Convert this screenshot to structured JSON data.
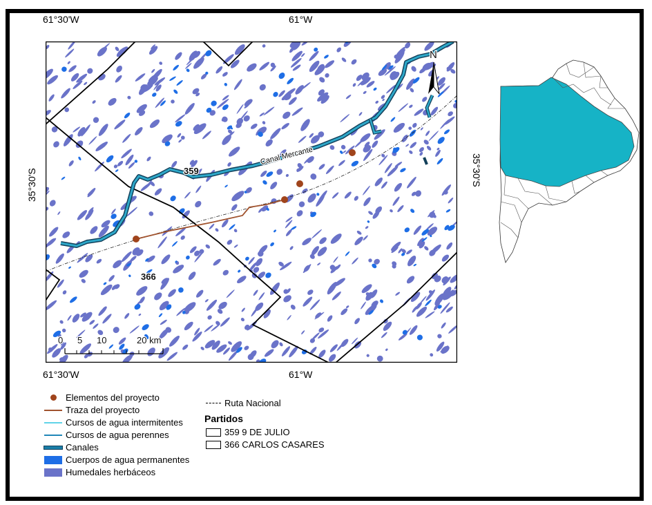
{
  "coords": {
    "top_left": "61°30'W",
    "top_right": "61°W",
    "bottom_left": "61°30'W",
    "bottom_right": "61°W",
    "left": "35°30'S",
    "right": "35°30'S"
  },
  "map": {
    "north_label": "N",
    "canal_label": "Canal Mercante",
    "partido_359_label": "359",
    "partido_366_label": "366",
    "scale": {
      "ticks": [
        "0",
        "5",
        "10",
        "20 km"
      ]
    },
    "project_points": 4
  },
  "legend": {
    "items": [
      {
        "label": "Elementos del proyecto",
        "symbol": "point",
        "color": "#a0441c"
      },
      {
        "label": "Traza del proyecto",
        "symbol": "line",
        "color": "#a0522d"
      },
      {
        "label": "Cursos de agua intermitentes",
        "symbol": "line",
        "color": "#5fd3e8"
      },
      {
        "label": "Cursos de agua perennes",
        "symbol": "line",
        "color": "#1f86b8"
      },
      {
        "label": "Canales",
        "symbol": "thick-line",
        "color": "#1a7ea8"
      },
      {
        "label": "Cuerpos de agua permanentes",
        "symbol": "fill",
        "color": "#1e6ee6"
      },
      {
        "label": "Humedales herbáceos",
        "symbol": "fill",
        "color": "#6a73c9"
      }
    ],
    "route": {
      "label": "Ruta Nacional",
      "symbol": "dash"
    },
    "partidos_title": "Partidos",
    "partidos": [
      {
        "label": "359 9 DE JULIO"
      },
      {
        "label": "366 CARLOS CASARES"
      }
    ]
  },
  "colors": {
    "wetland": "#6a73c9",
    "water": "#1e6ee6",
    "canal": "#1a7ea8",
    "canal_inner": "#2ea8c9",
    "province_fill": "#16b3c6",
    "project": "#a0441c"
  }
}
